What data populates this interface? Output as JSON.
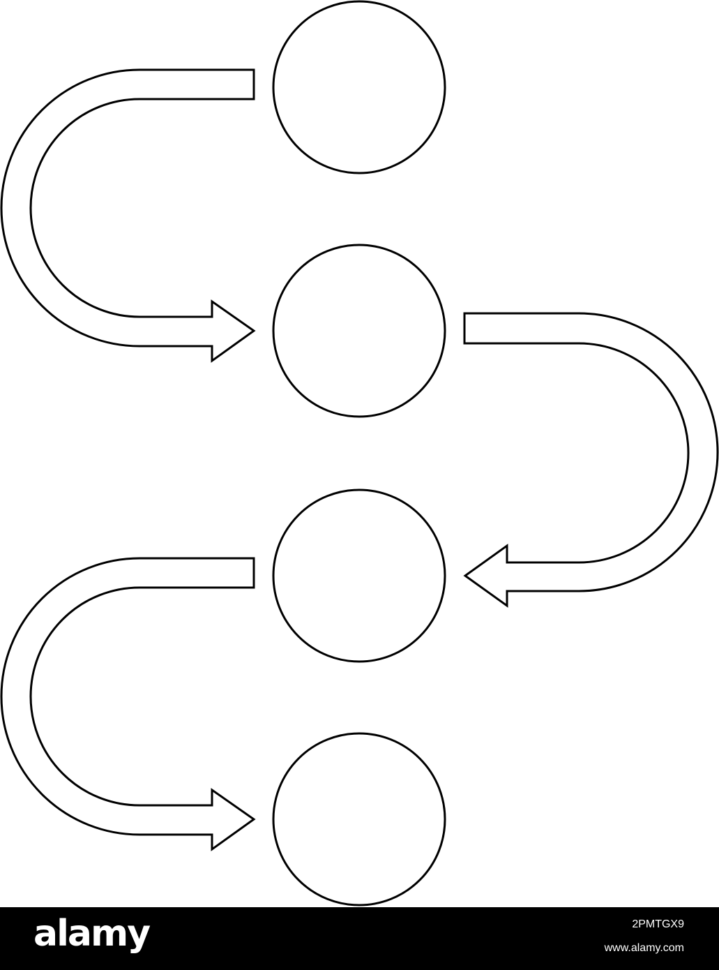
{
  "diagram": {
    "nodes": [
      {
        "id": "node-1",
        "label": ""
      },
      {
        "id": "node-2",
        "label": ""
      },
      {
        "id": "node-3",
        "label": ""
      },
      {
        "id": "node-4",
        "label": ""
      }
    ],
    "arrows": [
      {
        "from": "node-1",
        "to": "node-2",
        "side": "left"
      },
      {
        "from": "node-2",
        "to": "node-3",
        "side": "right"
      },
      {
        "from": "node-3",
        "to": "node-4",
        "side": "left"
      }
    ],
    "stroke_color": "#000000",
    "background_color": "#ffffff"
  },
  "footer": {
    "logo": "alamy",
    "image_id": "2PMTGX9",
    "url": "www.alamy.com",
    "background_color": "#000000",
    "text_color": "#ffffff"
  }
}
